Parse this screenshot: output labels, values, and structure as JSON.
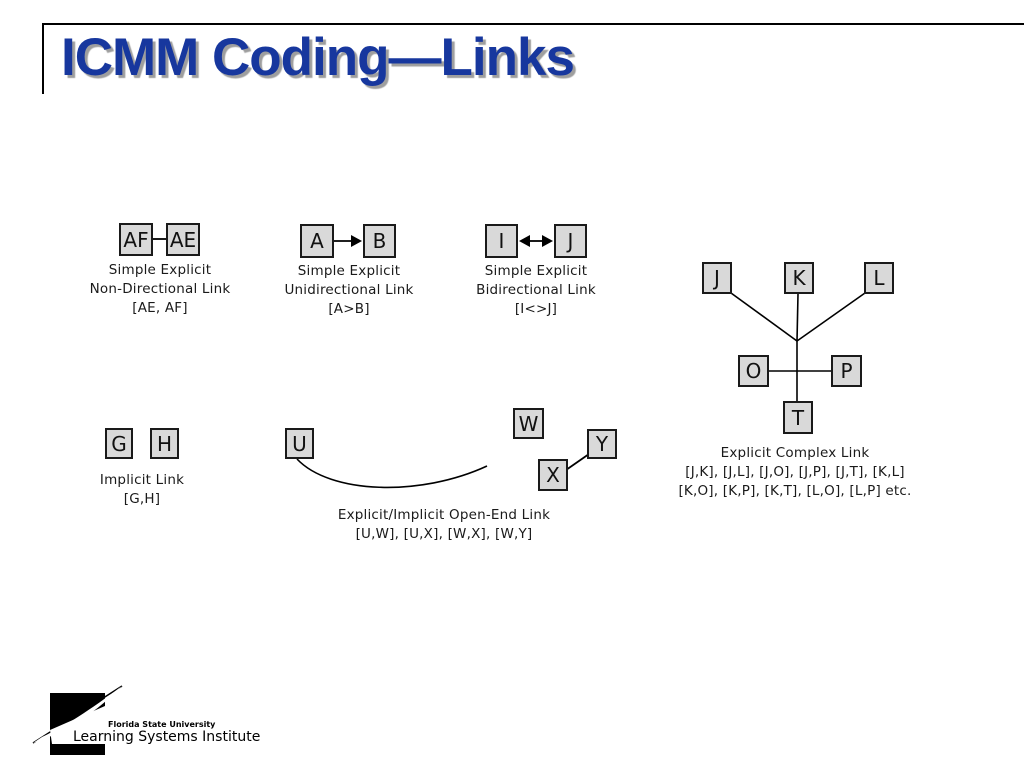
{
  "slide": {
    "title": "ICMM Coding—Links"
  },
  "groups": {
    "non_directional": {
      "boxes": [
        "AF",
        "AE"
      ],
      "caption": [
        "Simple Explicit",
        "Non-Directional Link",
        "[AE, AF]"
      ]
    },
    "unidirectional": {
      "boxes": [
        "A",
        "B"
      ],
      "caption": [
        "Simple Explicit",
        "Unidirectional Link",
        "[A>B]"
      ]
    },
    "bidirectional": {
      "boxes": [
        "I",
        "J"
      ],
      "caption": [
        "Simple Explicit",
        "Bidirectional Link",
        "[I<>J]"
      ]
    },
    "complex": {
      "boxes": [
        "J",
        "K",
        "L",
        "O",
        "P",
        "T"
      ],
      "caption": [
        "Explicit Complex Link",
        "[J,K], [J,L], [J,O], [J,P], [J,T], [K,L]",
        "[K,O], [K,P], [K,T], [L,O], [L,P] etc."
      ]
    },
    "implicit": {
      "boxes": [
        "G",
        "H"
      ],
      "caption": [
        "Implicit Link",
        "[G,H]"
      ]
    },
    "open_end": {
      "boxes": [
        "U",
        "W",
        "X",
        "Y"
      ],
      "caption": [
        "Explicit/Implicit Open-End Link",
        "[U,W], [U,X], [W,X], [W,Y]"
      ]
    }
  },
  "logo": {
    "university": "Florida State University",
    "institute": "Learning Systems Institute"
  },
  "colors": {
    "title_blue": "#17379E",
    "title_shadow": "#9e9e9e",
    "box_fill": "#d9d9d9",
    "line": "#000000"
  }
}
